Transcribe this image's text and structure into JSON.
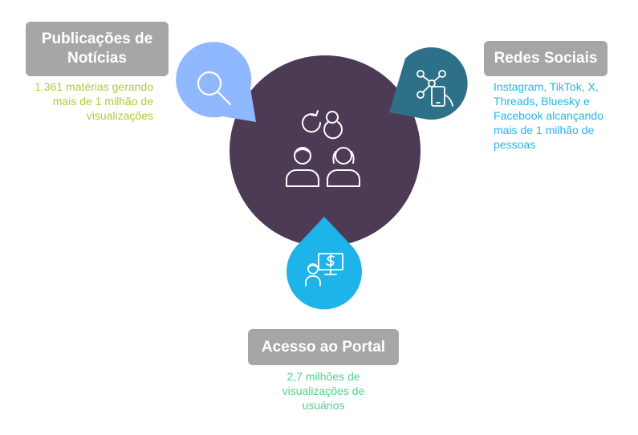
{
  "nodes": {
    "noticias": {
      "title": "Publicações de\nNotícias",
      "description": "1.361 matérias gerando\nmais de 1 milhão de\nvisualizações",
      "icon": "magnifier-icon",
      "color": "#8fb8ff",
      "text_color": "#a8cf3a"
    },
    "redes": {
      "title": "Redes Sociais",
      "description": "Instagram, TikTok, X,\nThreads, Bluesky e\nFacebook alcançando\nmais de 1 milhão de\npessoas",
      "icon": "social-network-phone-icon",
      "color": "#2e7087",
      "text_color": "#27b5e8"
    },
    "portal": {
      "title": "Acesso ao Portal",
      "description": "2,7 milhões de\nvisualizações de\nusuários",
      "icon": "user-computer-dollar-icon",
      "color": "#1eb4ea",
      "text_color": "#4fd18a"
    }
  },
  "center": {
    "icon": "people-exchange-icon",
    "color": "#4d3b55"
  }
}
